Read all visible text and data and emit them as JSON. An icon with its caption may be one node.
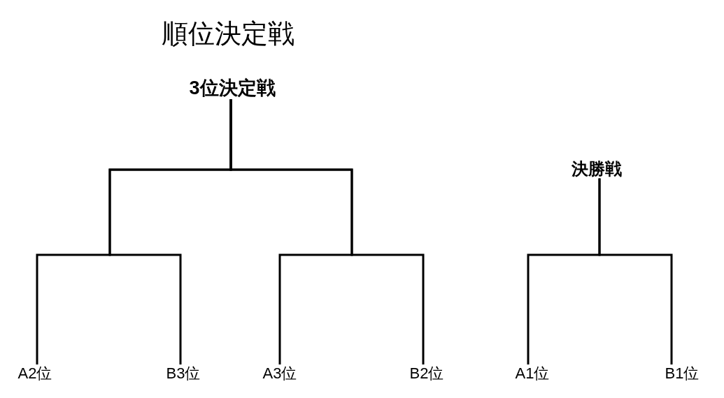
{
  "diagram": {
    "title": "順位決定戦",
    "nodes": [
      {
        "text": [
          "3位決定戦"
        ]
      },
      {
        "text": [
          "決勝戦"
        ]
      },
      {
        "text": [
          "A2位"
        ]
      },
      {
        "text": [
          "B3位"
        ]
      },
      {
        "text": [
          "A3位"
        ]
      },
      {
        "text": [
          "B2位"
        ]
      },
      {
        "text": [
          "A1位"
        ]
      },
      {
        "text": [
          "B1位"
        ]
      }
    ],
    "edges": [
      {
        "from": 2,
        "to": 0,
        "arrow": "none"
      },
      {
        "from": 3,
        "to": 0,
        "arrow": "none"
      },
      {
        "from": 4,
        "to": 0,
        "arrow": "none"
      },
      {
        "from": 5,
        "to": 0,
        "arrow": "none"
      },
      {
        "from": 6,
        "to": 1,
        "arrow": "none"
      },
      {
        "from": 7,
        "to": 1,
        "arrow": "none"
      }
    ]
  }
}
